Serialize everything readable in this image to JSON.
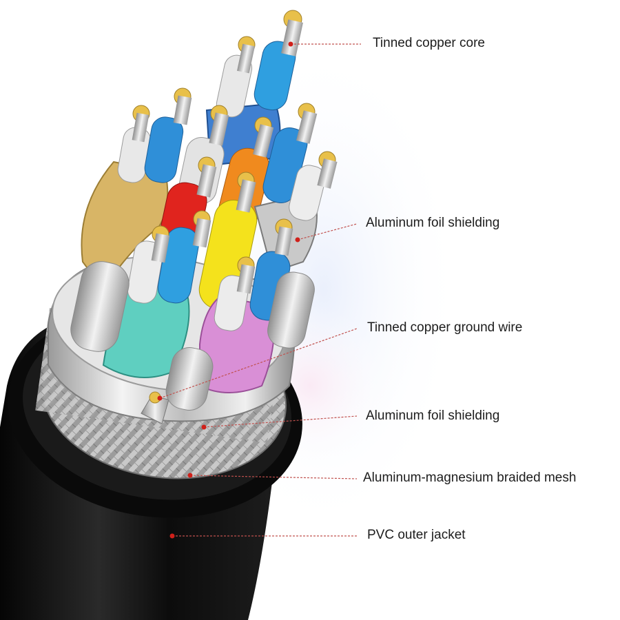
{
  "diagram": {
    "labels": [
      {
        "id": "core",
        "text": "Tinned copper core"
      },
      {
        "id": "foil-inner",
        "text": "Aluminum foil shielding"
      },
      {
        "id": "ground",
        "text": "Tinned copper ground wire"
      },
      {
        "id": "foil-outer",
        "text": "Aluminum foil shielding"
      },
      {
        "id": "braid",
        "text": "Aluminum-magnesium braided mesh"
      },
      {
        "id": "jacket",
        "text": "PVC outer jacket"
      }
    ],
    "colors": {
      "leader_line": "#c0504d",
      "leader_dot": "#d0201a",
      "label_text": "#1c1c1c",
      "jacket": "#111111",
      "braid": "#b8b8b8",
      "foil": "#e4e4e4",
      "copper_tin": "#d9d9d9",
      "strand_tip": "#e8c04a"
    }
  }
}
